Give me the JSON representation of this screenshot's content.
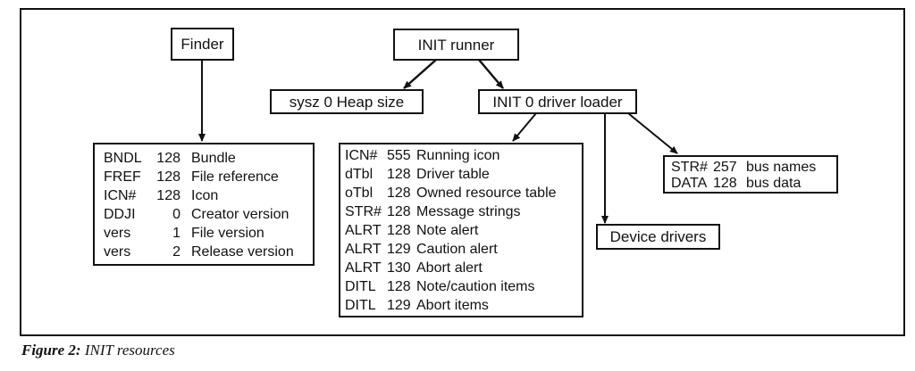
{
  "nodes": {
    "finder": "Finder",
    "init_runner": "INIT runner",
    "sysz": "sysz 0 Heap size",
    "driver_loader": "INIT 0 driver loader",
    "device_drivers": "Device drivers"
  },
  "finder_resources": [
    {
      "type": "BNDL",
      "id": "128",
      "desc": "Bundle"
    },
    {
      "type": "FREF",
      "id": "128",
      "desc": "File reference"
    },
    {
      "type": "ICN#",
      "id": "128",
      "desc": "Icon"
    },
    {
      "type": "DDJI",
      "id": "0",
      "desc": "Creator version"
    },
    {
      "type": "vers",
      "id": "1",
      "desc": "File version"
    },
    {
      "type": "vers",
      "id": "2",
      "desc": "Release version"
    }
  ],
  "loader_resources": [
    {
      "type": "ICN#",
      "id": "555",
      "desc": "Running icon"
    },
    {
      "type": "dTbl",
      "id": "128",
      "desc": "Driver table"
    },
    {
      "type": "oTbl",
      "id": "128",
      "desc": "Owned resource table"
    },
    {
      "type": "STR#",
      "id": "128",
      "desc": "Message strings"
    },
    {
      "type": "ALRT",
      "id": "128",
      "desc": "Note alert"
    },
    {
      "type": "ALRT",
      "id": "129",
      "desc": "Caution alert"
    },
    {
      "type": "ALRT",
      "id": "130",
      "desc": "Abort alert"
    },
    {
      "type": "DITL",
      "id": "128",
      "desc": "Note/caution items"
    },
    {
      "type": "DITL",
      "id": "129",
      "desc": "Abort items"
    }
  ],
  "bus_resources": [
    {
      "type": "STR#",
      "id": "257",
      "desc": "bus names"
    },
    {
      "type": "DATA",
      "id": "128",
      "desc": "bus data"
    }
  ],
  "caption": {
    "label": "Figure 2:",
    "text": "INIT resources"
  }
}
